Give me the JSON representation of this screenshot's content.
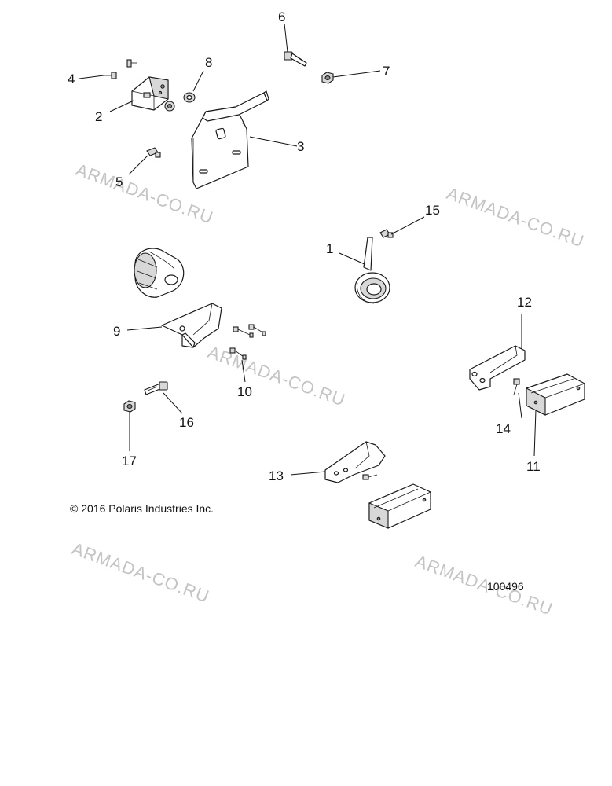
{
  "callouts": {
    "c1": "1",
    "c2": "2",
    "c3": "3",
    "c4": "4",
    "c5": "5",
    "c6": "6",
    "c7": "7",
    "c8": "8",
    "c9": "9",
    "c10": "10",
    "c11": "11",
    "c12": "12",
    "c13": "13",
    "c14": "14",
    "c15": "15",
    "c16": "16",
    "c17": "17"
  },
  "watermark": "ARMADA-CO.RU",
  "copyright": "© 2016 Polaris Industries Inc.",
  "diagram_id": "100496"
}
